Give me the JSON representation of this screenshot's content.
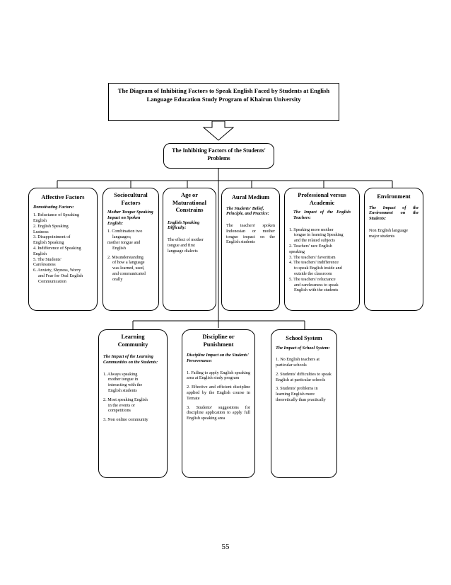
{
  "title": "The Diagram of Inhibiting Factors to Speak English Faced by Students at English Language Education Study Program of Khairun University",
  "central": "The Inhibiting Factors of the Students' Problems",
  "page_number": "55",
  "affective": {
    "title": "Affective Factors",
    "subtitle": "Demotivating Factors:",
    "lines": [
      "1. Reluctance of Speaking",
      "English",
      "2. English Speaking",
      "Lustness",
      "3. Disappointment of",
      "English Speaking",
      "4. Indifference of Speaking",
      "English",
      "5. The Students'",
      "Carelessness",
      "6. Anxiety, Shyness, Worry",
      "and Fear for Oral English",
      "Communication"
    ]
  },
  "sociocultural": {
    "title": "Sociocultural Factors",
    "subtitle": "Mother Tongue Speaking Impact on Spoken English:",
    "lines": [
      "1. Combination two",
      "languages;",
      "mother tongue and",
      "English",
      "2. Misunderstanding",
      "of how a language",
      "was learned, used,",
      "and communicated",
      "orally"
    ]
  },
  "age": {
    "title": "Age or Maturational Constrains",
    "subtitle": "English Speaking Difficulty:",
    "text": "The effect of mother tongue and first language dialects"
  },
  "aural": {
    "title": "Aural Medium",
    "subtitle": "The Students' Belief, Principle, and Practice:",
    "text": "The teachers' spoken Indonesian or mother tongue impact on the English students"
  },
  "professional": {
    "title": "Professional versus Academic",
    "subtitle": "The Impact of the English Teachers:",
    "lines": [
      "1. Speaking more mother",
      "tongue in learning Speaking",
      "and the related subjects",
      "2. Teachers' rare English",
      "speaking",
      "3. The teachers' favoritism",
      "4. The teachers' indifference",
      "to speak English inside and",
      "outside the classroom",
      "5. The teachers' reluctance",
      "and carelessness to speak",
      "English with the students"
    ]
  },
  "environment": {
    "title": "Environment",
    "subtitle": "The Impact of the Environment on the Students:",
    "text": "Non English language major students"
  },
  "learning": {
    "title": "Learning Community",
    "subtitle": "The Impact of the Learning Communities on the Students:",
    "lines": [
      "1. Always speaking",
      "mother tongue in",
      "interacting with the",
      "English students",
      "2. Most speaking English",
      "in the events or",
      "competitions",
      "3. Non online community"
    ]
  },
  "discipline": {
    "title": "Discipline or Punishment",
    "subtitle": "Discipline Impact on the Students' Perseverance:",
    "items": [
      "1. Failing to apply English speaking area at English study program",
      "2. Effective and efficient discipline applied by the English course in Ternate",
      "3. Students' suggestions for discipline application to apply full English speaking area"
    ]
  },
  "school": {
    "title": "School System",
    "subtitle": "The Impact of School System:",
    "items": [
      "1. No English teachers at particular schools",
      "2. Students' difficulties to speak English at particular schools",
      "3. Students' problems in learning English more theoretically than practically"
    ]
  }
}
